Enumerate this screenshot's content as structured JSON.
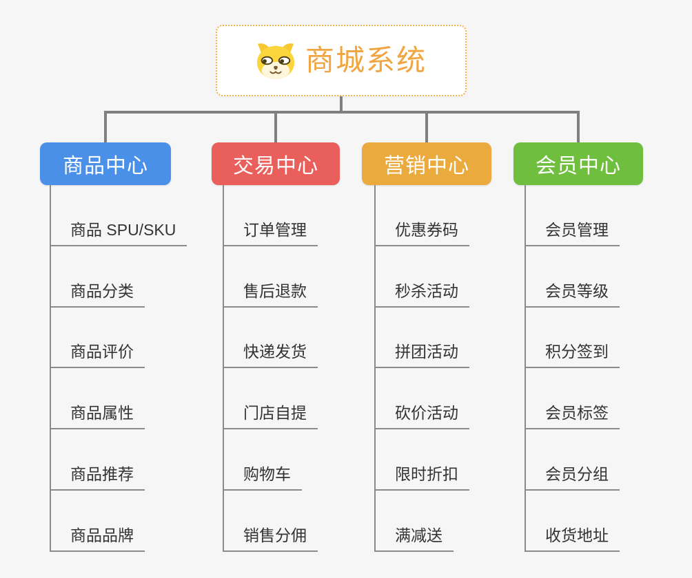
{
  "root": {
    "title": "商城系统",
    "title_color": "#F0A540",
    "border_color": "#F3B344",
    "icon": "shiba-dog-icon"
  },
  "colors": {
    "background": "#F6F6F6",
    "connector_primary": "#7F7F7F",
    "connector_secondary": "#8A8A8A",
    "leaf_text": "#333333"
  },
  "branches": [
    {
      "label": "商品中心",
      "color": "#4A90E8",
      "children": [
        "商品 SPU/SKU",
        "商品分类",
        "商品评价",
        "商品属性",
        "商品推荐",
        "商品品牌"
      ]
    },
    {
      "label": "交易中心",
      "color": "#E85F5C",
      "children": [
        "订单管理",
        "售后退款",
        "快递发货",
        "门店自提",
        "购物车",
        "销售分佣"
      ]
    },
    {
      "label": "营销中心",
      "color": "#EBAA3D",
      "children": [
        "优惠券码",
        "秒杀活动",
        "拼团活动",
        "砍价活动",
        "限时折扣",
        "满减送"
      ]
    },
    {
      "label": "会员中心",
      "color": "#6FBE3E",
      "children": [
        "会员管理",
        "会员等级",
        "积分签到",
        "会员标签",
        "会员分组",
        "收货地址"
      ]
    }
  ]
}
